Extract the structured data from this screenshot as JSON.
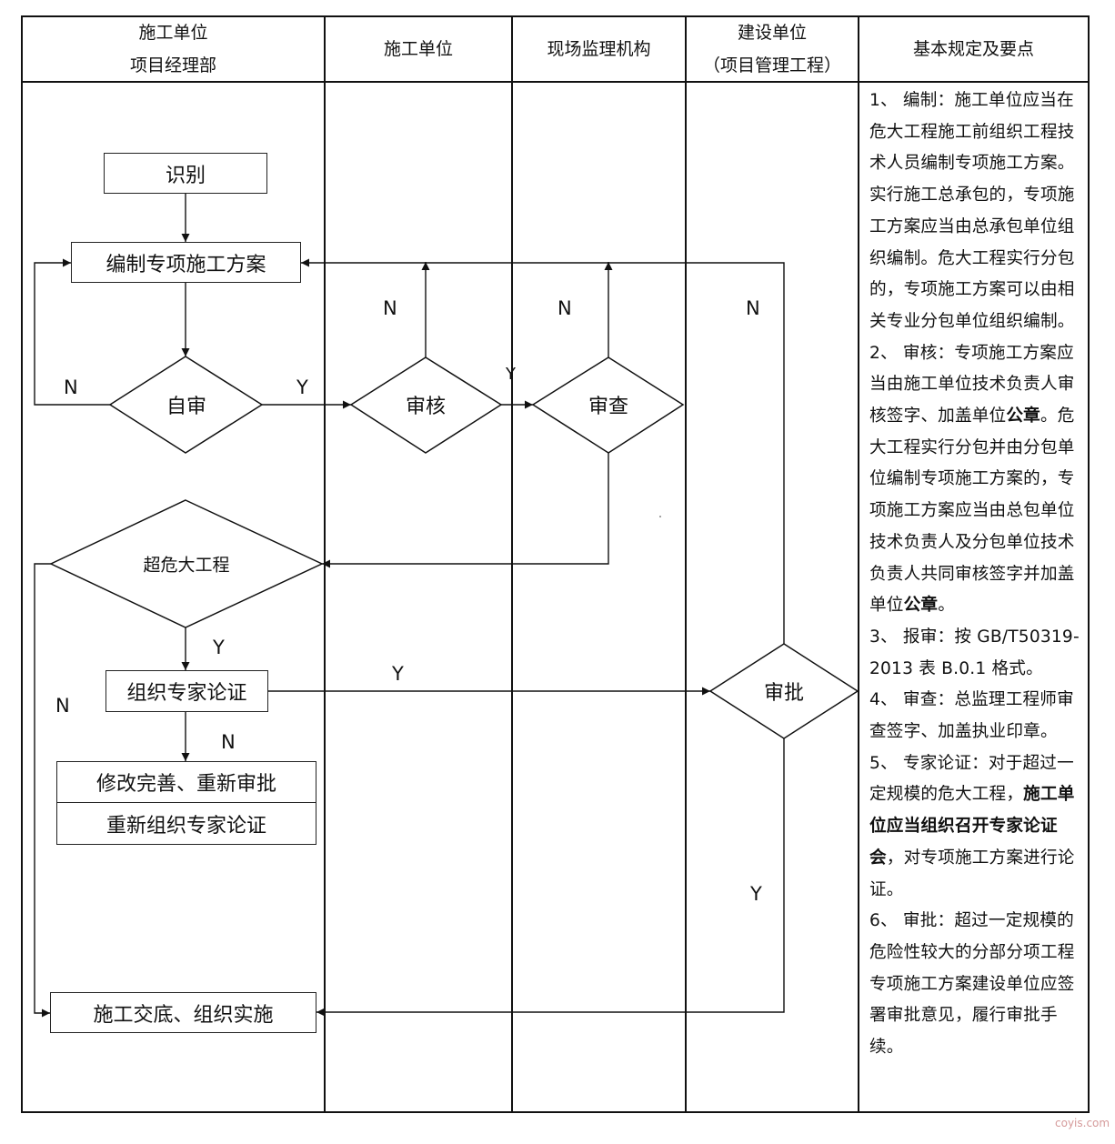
{
  "headers": {
    "col1_line1": "施工单位",
    "col1_line2": "项目经理部",
    "col2": "施工单位",
    "col3": "现场监理机构",
    "col4_line1": "建设单位",
    "col4_line2": "（项目管理工程）",
    "col5": "基本规定及要点"
  },
  "nodes": {
    "identify": "识别",
    "compile": "编制专项施工方案",
    "self_review": "自审",
    "audit": "审核",
    "inspect": "审查",
    "super_danger": "超危大工程",
    "expert": "组织专家论证",
    "revise": "修改完善、重新审批",
    "reorganize": "重新组织专家论证",
    "implement": "施工交底、组织实施",
    "approve": "审批"
  },
  "edge_labels": {
    "self_n": "N",
    "self_y": "Y",
    "audit_n": "N",
    "inspect_n": "N",
    "inspect_y": "Y",
    "approve_n": "N",
    "super_y": "Y",
    "super_n": "N",
    "expert_y": "Y",
    "expert_n": "N",
    "approve_y": "Y"
  },
  "rules": [
    {
      "parts": [
        {
          "t": "1、 编制：施工单位应当在危大工程施工前组织工程技术人员编制专项施工方案。实行施工总承包的，专项施工方案应当由总承包单位组织编制。危大工程实行分包的，专项施工方案可以由相关专业分包单位组织编制。",
          "b": false
        }
      ]
    },
    {
      "parts": [
        {
          "t": "2、 审核：专项施工方案应当由施工单位技术负责人审核签字、加盖单位",
          "b": false
        },
        {
          "t": "公章",
          "b": true
        },
        {
          "t": "。危大工程实行分包并由分包单位编制专项施工方案的，专项施工方案应当由总包单位技术负责人及分包单位技术负责人共同审核签字并加盖单位",
          "b": false
        },
        {
          "t": "公章",
          "b": true
        },
        {
          "t": "。",
          "b": false
        }
      ]
    },
    {
      "parts": [
        {
          "t": "3、 报审：按 GB/T50319-2013 表 B.0.1 格式。",
          "b": false
        }
      ]
    },
    {
      "parts": [
        {
          "t": "4、 审查：总监理工程师审查签字、加盖执业印章。",
          "b": false
        }
      ]
    },
    {
      "parts": [
        {
          "t": "5、 专家论证：对于超过一定规模的危大工程，",
          "b": false
        },
        {
          "t": "施工单位应当组织召开专家论证会",
          "b": true
        },
        {
          "t": "，对专项施工方案进行论证。",
          "b": false
        }
      ]
    },
    {
      "parts": [
        {
          "t": "6、 审批：超过一定规模的危险性较大的分部分项工程专项施工方案建设单位应签署审批意见，履行审批手续。",
          "b": false
        }
      ]
    }
  ],
  "watermark": "coyis.com"
}
